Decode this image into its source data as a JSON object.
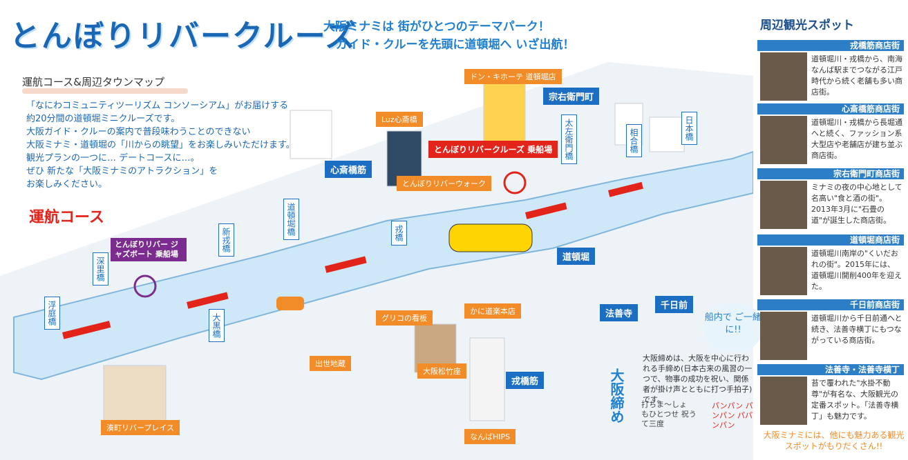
{
  "header": {
    "logo": "とんぼりリバークルーズ",
    "tagline": [
      "大阪ミナミは 街がひとつのテーマパーク！",
      "ガイド・クルーを先頭に道頓堀へ いざ出航！"
    ]
  },
  "map": {
    "title": "運航コース&周辺タウンマップ",
    "intro": [
      "「なにわコミュニティツーリズム コンソーシアム」がお届けする",
      "約20分間の道頓堀ミニクルーズです。",
      "大阪ガイド・クルーの案内で普段味わうことのできない",
      "大阪ミナミ・道頓堀の「川からの眺望」をお楽しみいただけます。",
      "観光プランの一つに… デートコースに…。",
      "ぜひ 新たな「大阪ミナミのアトラクション」を",
      "お楽しみください。"
    ],
    "course_label": "運航コース",
    "pier_main": "とんぼりリバークルーズ 乗船場",
    "pier_jazz": "とんぼりリバー ジャズボート 乗船場",
    "areas": {
      "shinsaibashisuji": "心斎橋筋",
      "soemoncho": "宗右衛門町",
      "dotonbori": "道頓堀",
      "hozenji": "法善寺",
      "sennichimae": "千日前",
      "ebisubashisuji": "戎橋筋"
    },
    "bridges": {
      "ukoniwa": "浮庭橋",
      "fukaribashi": "深里橋",
      "shinebisu": "新戎橋",
      "dotonboribashi": "道頓堀橋",
      "daikoku": "大黒橋",
      "ebisu": "戎橋",
      "tazaemon": "太左衛門橋",
      "aioi": "相合橋",
      "nippon": "日本橋"
    },
    "landmarks": {
      "donki": "ドン・キホーテ 道頓堀店",
      "luz": "Luz心斎橋",
      "riverwalk": "とんぼりリバーウォーク",
      "glico": "グリコの看板",
      "kani": "かに道楽本店",
      "shusse": "出世地蔵",
      "shochikuza": "大阪松竹座",
      "hips": "なんばHIPS",
      "minato": "湊町リバープレイス"
    },
    "kanpai": "船内で ご一緒に!!",
    "shime_title": "大阪締め",
    "shime_text": "大阪締めは、大阪を中心に行われる手締め(日本古来の風習の一つで、物事の成功を祝い、関係者が掛け声とともに打つ手拍子)です。",
    "chant": "打ちま～しょ もひとつせ 祝うて三度",
    "clap": "パンパン パンパン パパンパン"
  },
  "sidebar": {
    "title": "周辺観光スポット",
    "spots": [
      {
        "name": "戎橋筋商店街",
        "text": "道頓堀川・戎橋から、南海なんば駅までつながる江戸時代から続く老舗も多い商店街。"
      },
      {
        "name": "心斎橋筋商店街",
        "text": "道頓堀川・戎橋から長堀通へと続く、ファッション系大型店や老舗店が建ち並ぶ商店街。"
      },
      {
        "name": "宗右衛門町商店街",
        "text": "ミナミの夜の中心地として名高い\"食と酒の街\"。2013年3月に\"石畳の道\"が誕生した商店街。"
      },
      {
        "name": "道頓堀商店街",
        "text": "道頓堀川南岸の\"くいだおれの街\"。2015年には、道頓堀川開削400年を迎えた。"
      },
      {
        "name": "千日前商店街",
        "text": "道頓堀川から千日前通へと続き、法善寺横丁にもつながっている商店街。"
      },
      {
        "name": "法善寺・法善寺横丁",
        "text": "苔で覆われた\"水掛不動尊\"が有名な、大阪観光の定番スポット。「法善寺横丁」も魅力です。"
      }
    ],
    "footer": "大阪ミナミには、他にも魅力ある観光スポットがもりだくさん!!"
  },
  "colors": {
    "brand_blue": "#1a67b5",
    "course_red": "#e3241b",
    "orange": "#f28c28",
    "purple": "#7b2c8e",
    "river": "#cfe8f8"
  }
}
